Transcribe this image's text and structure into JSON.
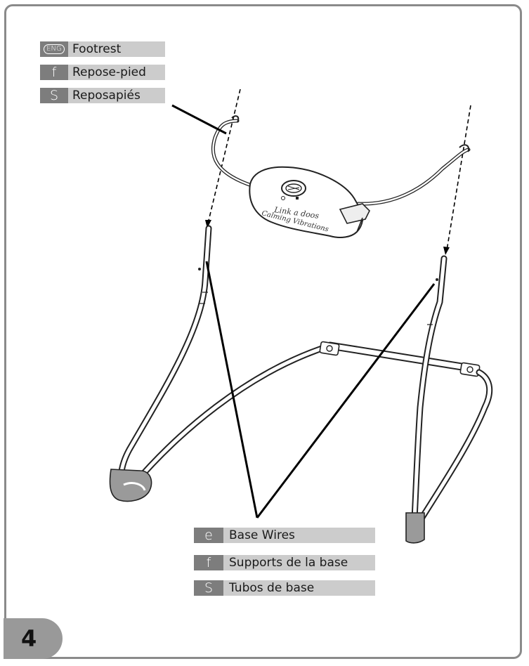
{
  "page_number": "4",
  "footrest_labels": [
    {
      "lang": "ENG",
      "text": "Footrest"
    },
    {
      "lang": "f",
      "text": "Repose-pied"
    },
    {
      "lang": "S",
      "text": "Reposapiés"
    }
  ],
  "base_labels": [
    {
      "lang": "e",
      "text": "Base Wires"
    },
    {
      "lang": "f",
      "text": "Supports de la base"
    },
    {
      "lang": "S",
      "text": "Tubos de base"
    }
  ],
  "product_text": {
    "brand": "Link a doos",
    "feature": "Calming Vibrations"
  }
}
